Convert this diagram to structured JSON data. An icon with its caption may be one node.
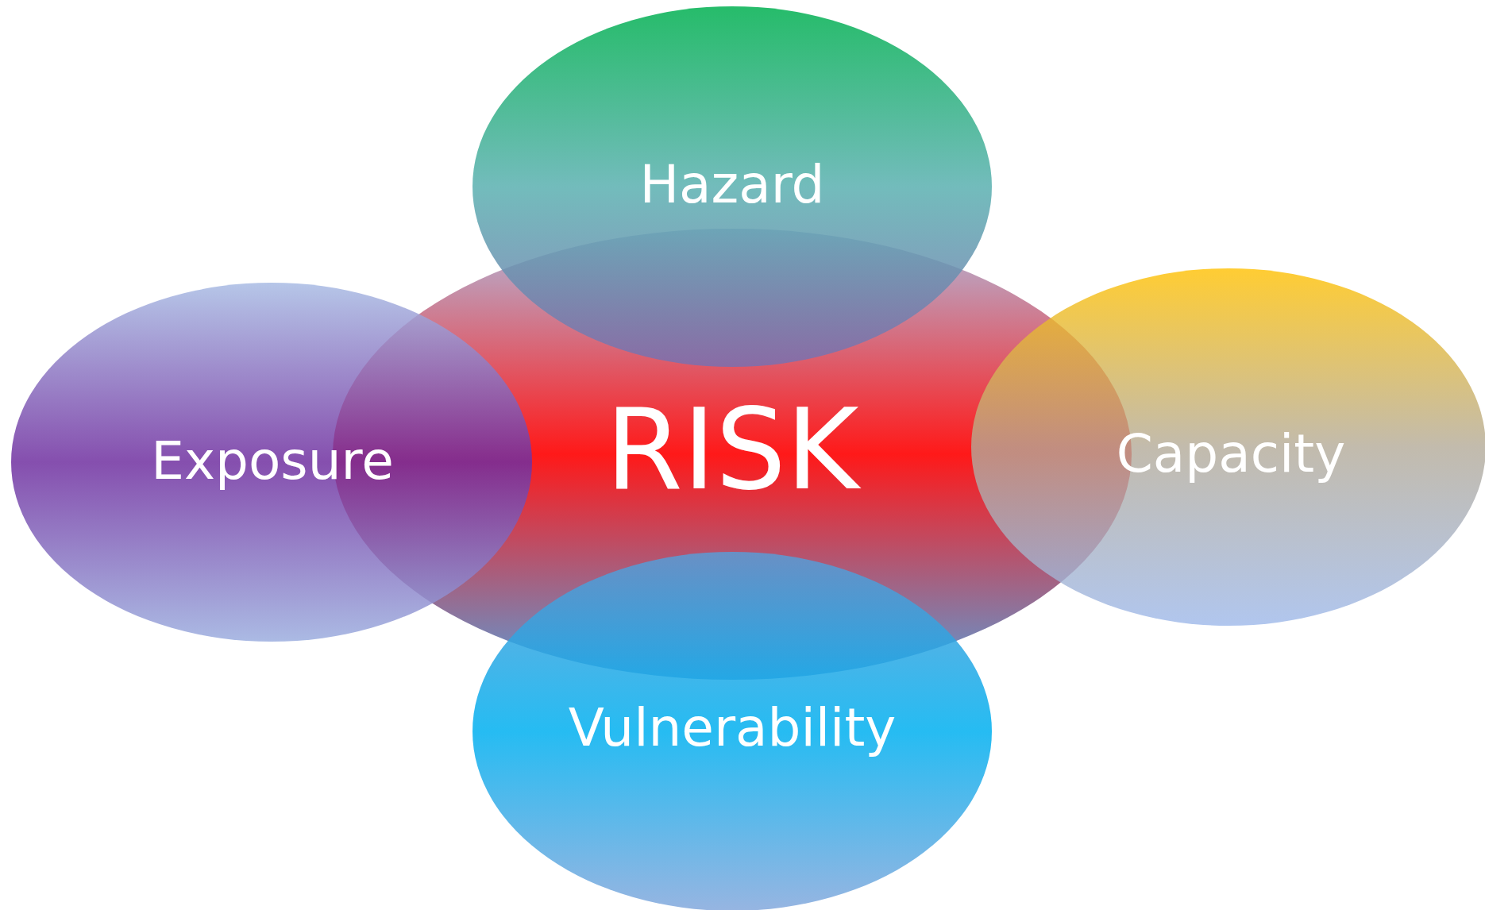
{
  "diagram": {
    "nodes": [
      {
        "text": [
          "Hazard"
        ]
      },
      {
        "text": [
          "Exposure"
        ]
      },
      {
        "text": [
          "RISK"
        ]
      },
      {
        "text": [
          "Capacity"
        ]
      },
      {
        "text": [
          "Vulnerability"
        ]
      }
    ]
  }
}
